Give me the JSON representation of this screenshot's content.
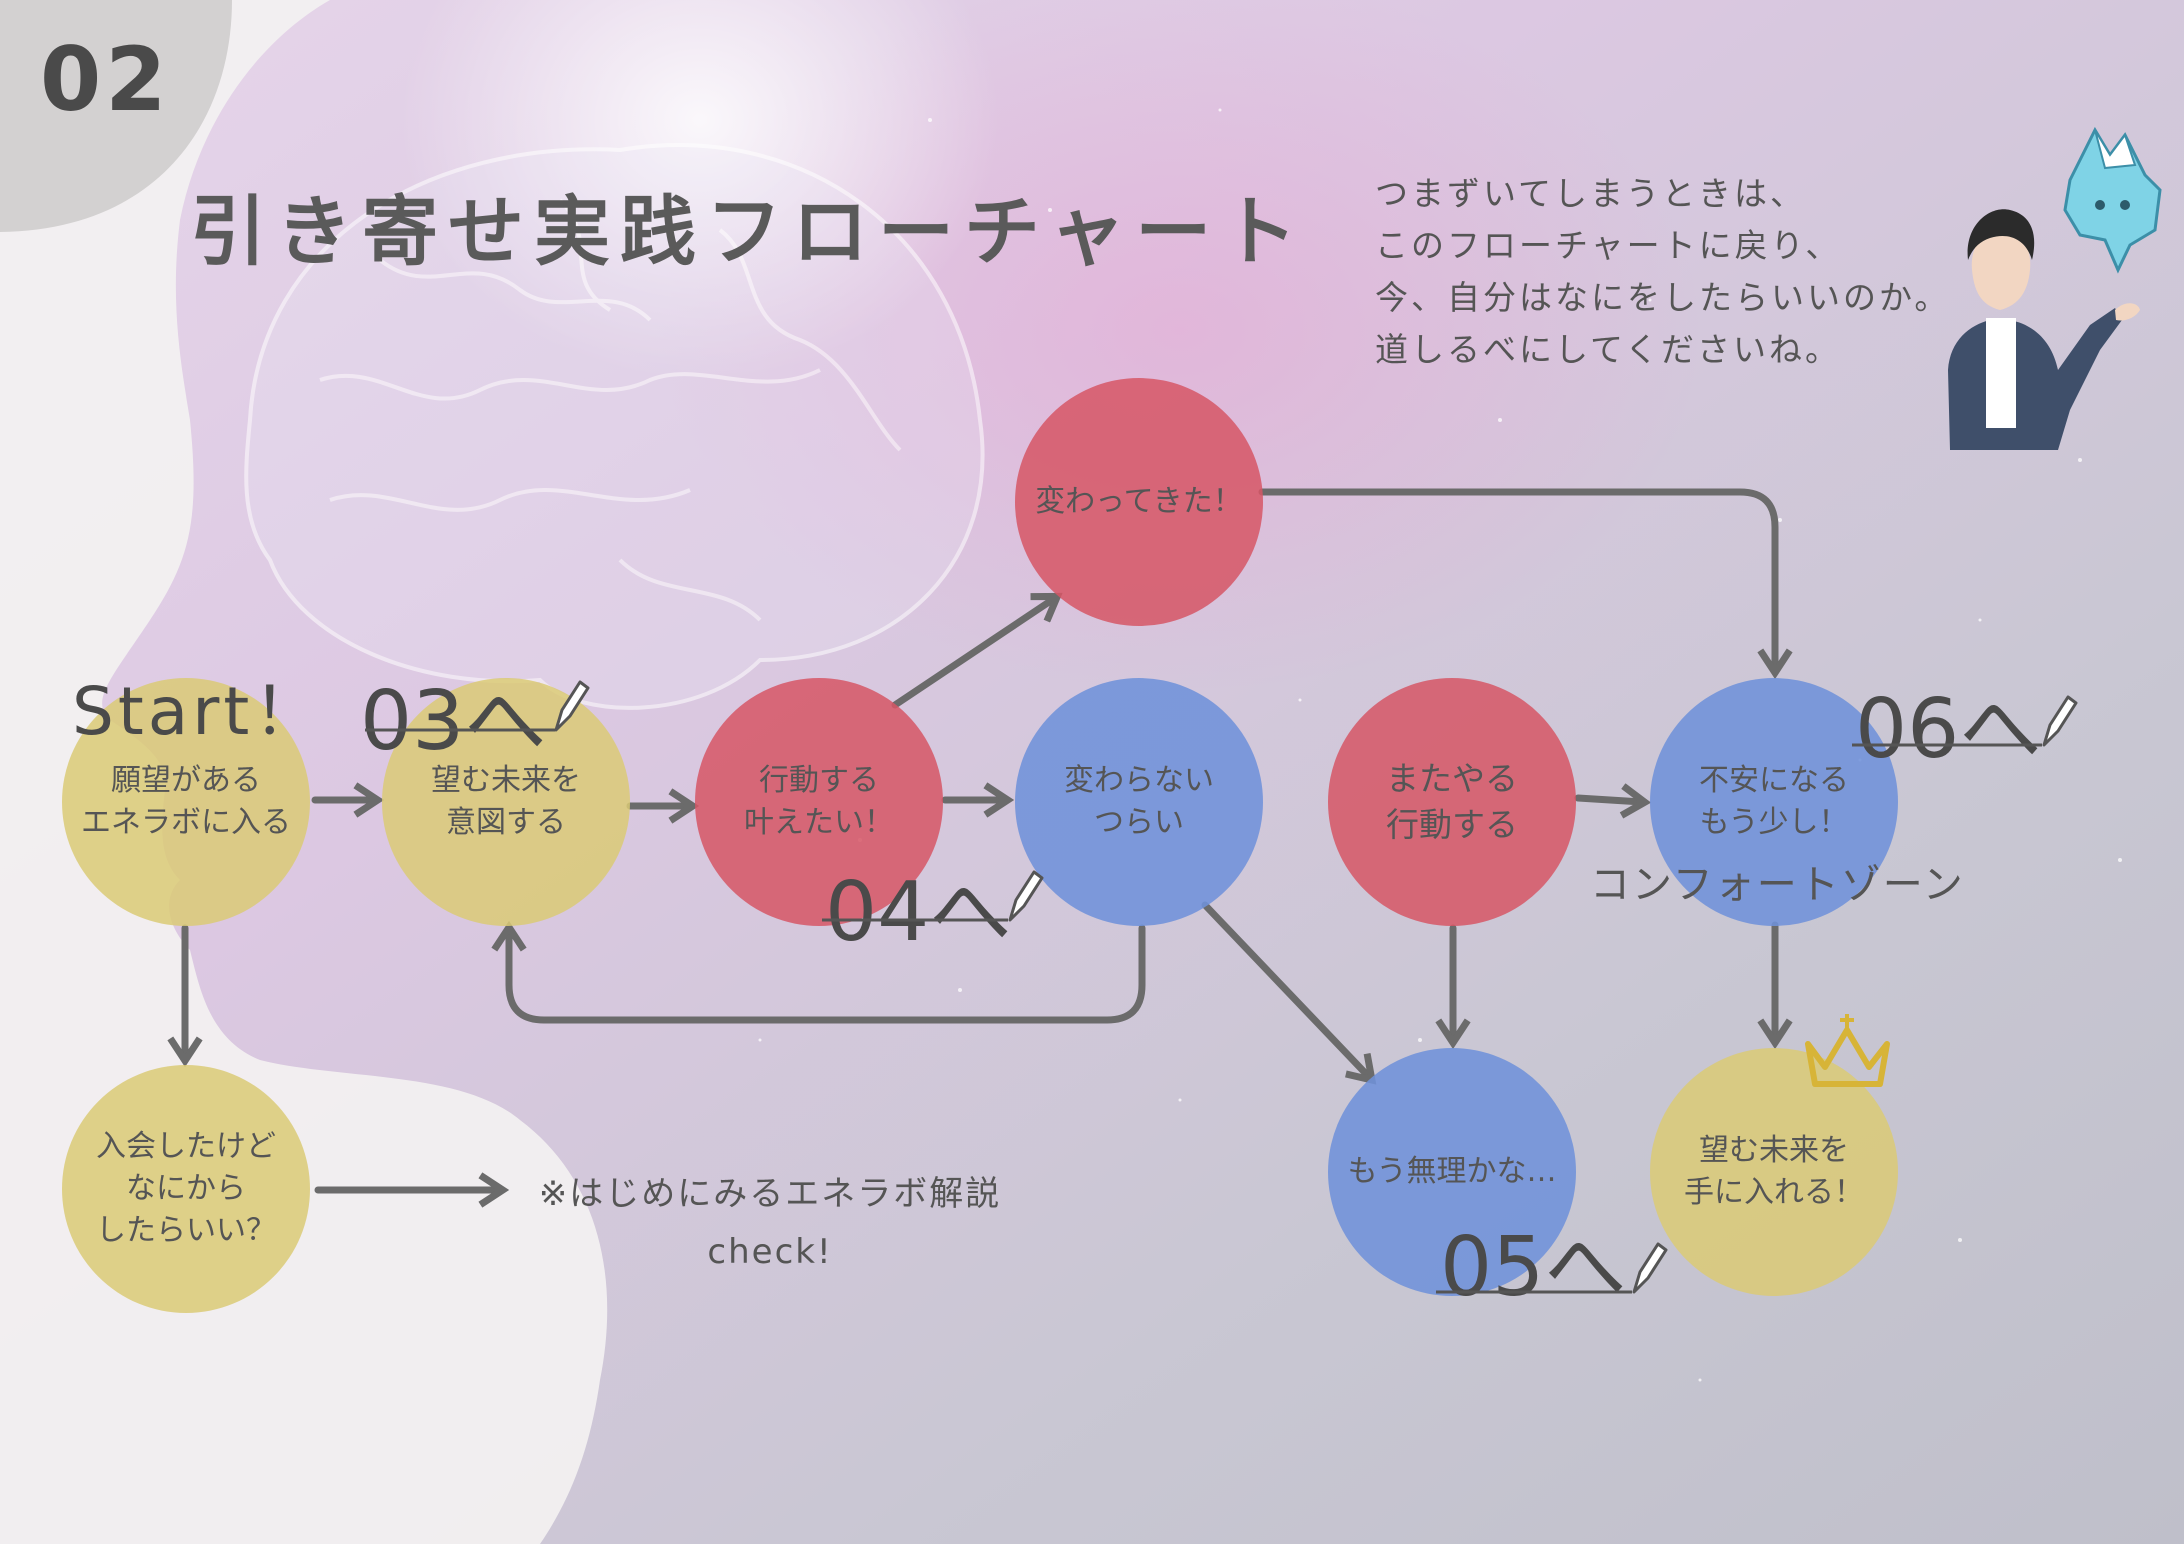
{
  "page": {
    "number": "02",
    "title": "引き寄せ実践フローチャート"
  },
  "intro": {
    "lines": [
      "つまずいてしまうときは、",
      "このフローチャートに戻り、",
      "今、自分はなにをしたらいいのか。",
      "道しるべにしてくださいね。"
    ]
  },
  "colors": {
    "yellow": "#dacb76",
    "red": "#d65665",
    "blue": "#7092da",
    "arrow": "#6b6b6b",
    "text": "#555555"
  },
  "start_label": "Start！",
  "nodes": {
    "wish": {
      "line1": "願望がある",
      "line2": "エネラボに入る"
    },
    "intend": {
      "line1": "望む未来を",
      "line2": "意図する"
    },
    "act": {
      "line1": "行動する",
      "line2": "叶えたい！"
    },
    "changed": {
      "line1": "変わってきた！"
    },
    "not_changed": {
      "line1": "変わらない",
      "line2": "つらい"
    },
    "again": {
      "line1": "またやる",
      "line2": "行動する"
    },
    "anxious": {
      "line1": "不安になる",
      "line2": "もう少し！"
    },
    "joined": {
      "line1": "入会したけど",
      "line2": "なにから",
      "line3": "したらいい？"
    },
    "giveup": {
      "line1": "もう無理かな…"
    },
    "goal": {
      "line1": "望む未来を",
      "line2": "手に入れる！"
    }
  },
  "goto": {
    "p03": "03へ",
    "p04": "04へ",
    "p05": "05へ",
    "p06": "06へ"
  },
  "comfort_zone": "コンフォートゾーン",
  "note": {
    "line1": "※はじめにみるエネラボ解説",
    "line2": "check!"
  },
  "icons": [
    "brain-image",
    "person-illustration",
    "iceberg-icon",
    "crown-icon",
    "pencil-icon"
  ]
}
